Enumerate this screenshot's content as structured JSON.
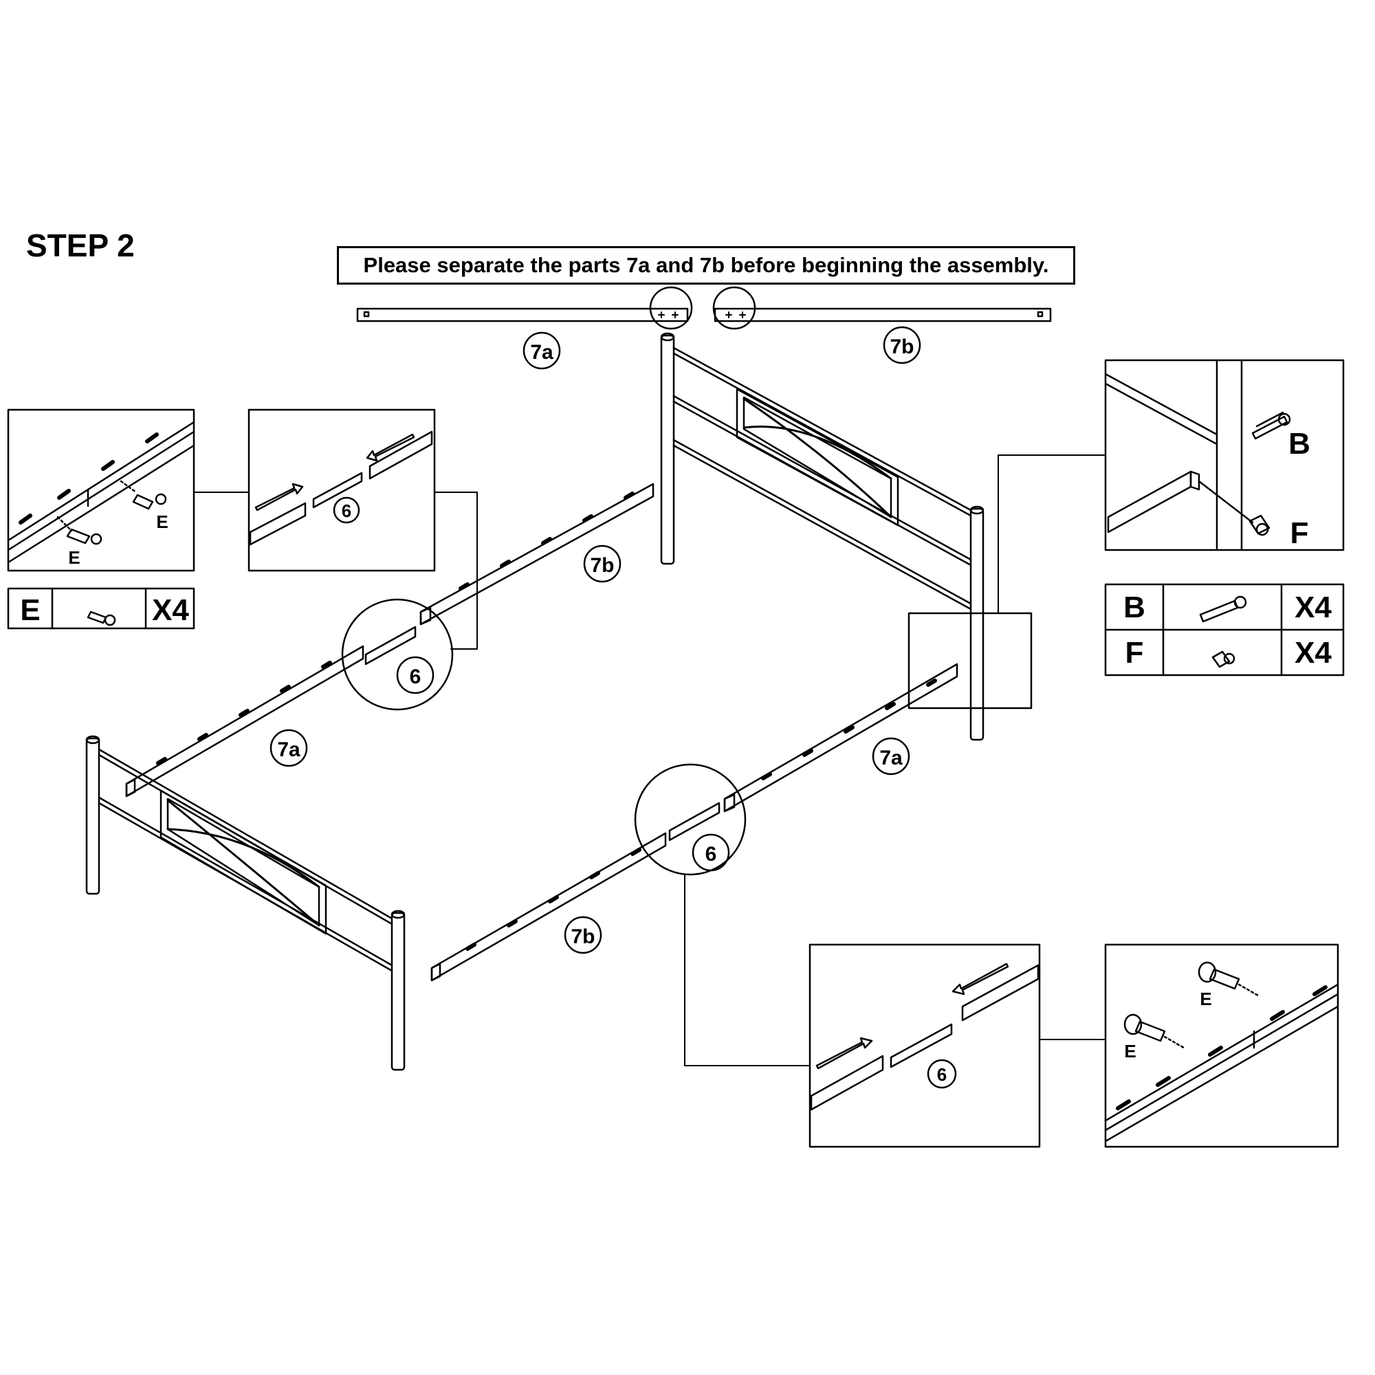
{
  "header": {
    "step": "STEP 2",
    "notice": "Please separate the parts 7a and 7b before beginning the assembly."
  },
  "parts": {
    "rail_a": "7a",
    "rail_b": "7b",
    "connector": "6"
  },
  "hardware": {
    "E": {
      "letter": "E",
      "qty": "X4",
      "icon": "screw-icon"
    },
    "B": {
      "letter": "B",
      "qty": "X4",
      "icon": "bolt-icon"
    },
    "F": {
      "letter": "F",
      "qty": "X4",
      "icon": "barrel-nut-icon"
    }
  }
}
